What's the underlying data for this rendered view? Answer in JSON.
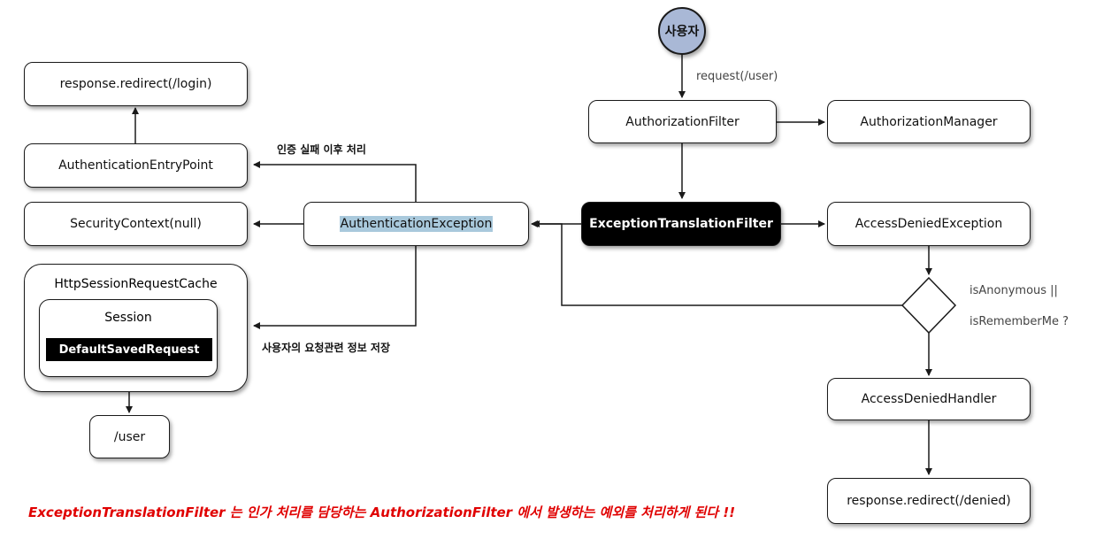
{
  "nodes": {
    "user": "사용자",
    "authorization_filter": "AuthorizationFilter",
    "authorization_manager": "AuthorizationManager",
    "exception_translation_filter": "ExceptionTranslationFilter",
    "access_denied_exception": "AccessDeniedException",
    "authentication_exception": "AuthenticationException",
    "security_context": "SecurityContext(null)",
    "authentication_entry_point": "AuthenticationEntryPoint",
    "response_redirect_login": "response.redirect(/login)",
    "http_session_request_cache": "HttpSessionRequestCache",
    "session": "Session",
    "default_saved_request": "DefaultSavedRequest",
    "user_path": "/user",
    "access_denied_handler": "AccessDeniedHandler",
    "response_redirect_denied": "response.redirect(/denied)"
  },
  "labels": {
    "request": "request(/user)",
    "auth_failure_handling": "인증 실패 이후 처리",
    "save_request_info": "사용자의 요청관련 정보 저장",
    "decision_line1": "isAnonymous ||",
    "decision_line2": "isRememberMe ?"
  },
  "footer": "ExceptionTranslationFilter 는 인가 처리를 담당하는 AuthorizationFilter 에서 발생하는 예외를 처리하게 된다 !!",
  "colors": {
    "user_circle": "#a9b8d6",
    "highlight": "#a9c9dc",
    "footer_text": "#e00000"
  }
}
